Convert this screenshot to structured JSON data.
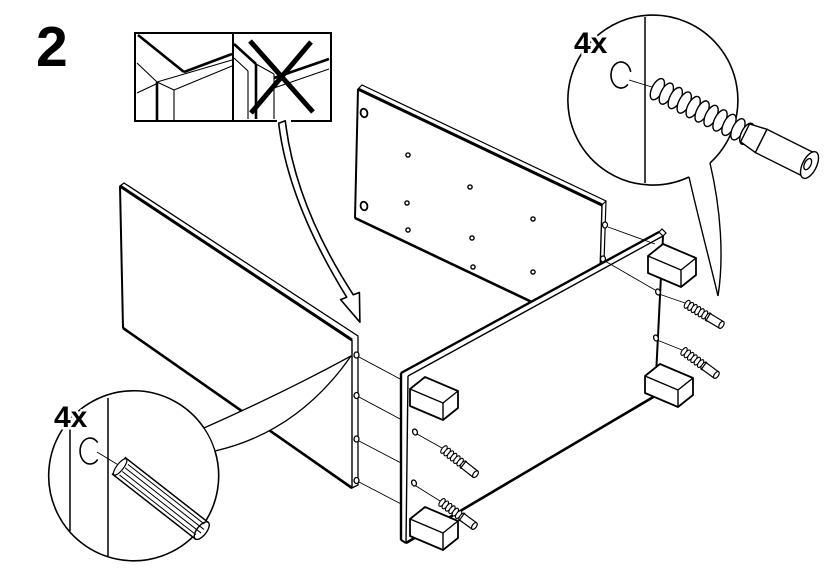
{
  "colors": {
    "ink": "#000000",
    "paper": "#ffffff"
  },
  "step": {
    "number": "2"
  },
  "callouts": {
    "screw": {
      "quantity": "4x",
      "icon": "countersunk-screw-icon"
    },
    "dowel": {
      "quantity": "4x",
      "icon": "wood-dowel-icon"
    }
  },
  "inset": {
    "icon": "correct-vs-incorrect-corner-alignment"
  }
}
